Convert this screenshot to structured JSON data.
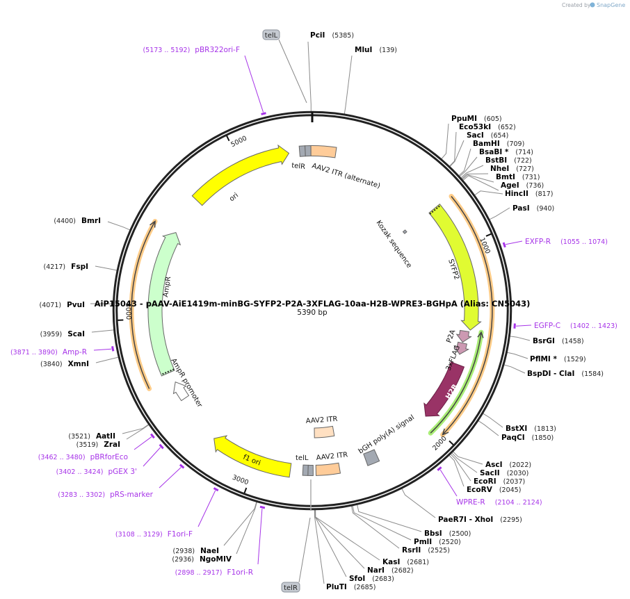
{
  "credit": {
    "prefix": "Created by",
    "brand": "SnapGene"
  },
  "map": {
    "title": "AiP15043 - pAAV-AiE1419m-minBG-SYFP2-P2A-3XFLAG-10aa-H2B-WPRE3-BGHpA (Alias: CN5043)",
    "length_label": "5390 bp",
    "length": 5390
  },
  "ticks": [
    {
      "label": "1000",
      "pos": 1000
    },
    {
      "label": "2000",
      "pos": 2000
    },
    {
      "label": "3000",
      "pos": 3000
    },
    {
      "label": "4000",
      "pos": 4000
    },
    {
      "label": "5000",
      "pos": 5000
    }
  ],
  "badges": {
    "top": "telL",
    "bottom": "telR"
  },
  "enzymes": [
    {
      "name": "PciI",
      "pos": "(5385)",
      "site": 5385
    },
    {
      "name": "MluI",
      "pos": "(139)",
      "site": 139
    },
    {
      "name": "PpuMI",
      "pos": "(605)",
      "site": 605
    },
    {
      "name": "Eco53kI",
      "pos": "(652)",
      "site": 652
    },
    {
      "name": "SacI",
      "pos": "(654)",
      "site": 654
    },
    {
      "name": "BamHI",
      "pos": "(709)",
      "site": 709
    },
    {
      "name": "BsaBI *",
      "pos": "(714)",
      "site": 714
    },
    {
      "name": "BstBI",
      "pos": "(722)",
      "site": 722
    },
    {
      "name": "NheI",
      "pos": "(727)",
      "site": 727
    },
    {
      "name": "BmtI",
      "pos": "(731)",
      "site": 731
    },
    {
      "name": "AgeI",
      "pos": "(736)",
      "site": 736
    },
    {
      "name": "HincII",
      "pos": "(817)",
      "site": 817
    },
    {
      "name": "PasI",
      "pos": "(940)",
      "site": 940
    },
    {
      "name": "BsrGI",
      "pos": "(1458)",
      "site": 1458
    },
    {
      "name": "PflMI *",
      "pos": "(1529)",
      "site": 1529
    },
    {
      "name": "BspDI - ClaI",
      "pos": "(1584)",
      "site": 1584
    },
    {
      "name": "BstXI",
      "pos": "(1813)",
      "site": 1813
    },
    {
      "name": "PaqCI",
      "pos": "(1850)",
      "site": 1850
    },
    {
      "name": "AscI",
      "pos": "(2022)",
      "site": 2022
    },
    {
      "name": "SacII",
      "pos": "(2030)",
      "site": 2030
    },
    {
      "name": "EcoRI",
      "pos": "(2037)",
      "site": 2037
    },
    {
      "name": "EcoRV",
      "pos": "(2045)",
      "site": 2045
    },
    {
      "name": "PaeR7I - XhoI",
      "pos": "(2295)",
      "site": 2295
    },
    {
      "name": "BbsI",
      "pos": "(2500)",
      "site": 2500
    },
    {
      "name": "PmlI",
      "pos": "(2520)",
      "site": 2520
    },
    {
      "name": "RsrII",
      "pos": "(2525)",
      "site": 2525
    },
    {
      "name": "KasI",
      "pos": "(2681)",
      "site": 2681
    },
    {
      "name": "NarI",
      "pos": "(2682)",
      "site": 2682
    },
    {
      "name": "SfoI",
      "pos": "(2683)",
      "site": 2683
    },
    {
      "name": "PluTI",
      "pos": "(2685)",
      "site": 2685
    },
    {
      "name": "NaeI",
      "pos": "(2938)",
      "site": 2938
    },
    {
      "name": "NgoMIV",
      "pos": "(2936)",
      "site": 2936
    },
    {
      "name": "AatII",
      "pos": "(3521)",
      "site": 3521
    },
    {
      "name": "ZraI",
      "pos": "(3519)",
      "site": 3519
    },
    {
      "name": "XmnI",
      "pos": "(3840)",
      "site": 3840
    },
    {
      "name": "ScaI",
      "pos": "(3959)",
      "site": 3959
    },
    {
      "name": "PvuI",
      "pos": "(4071)",
      "site": 4071
    },
    {
      "name": "FspI",
      "pos": "(4217)",
      "site": 4217
    },
    {
      "name": "BmrI",
      "pos": "(4400)",
      "site": 4400
    }
  ],
  "primers": [
    {
      "name": "pBR322ori-F",
      "range": "(5173 .. 5192)",
      "start": 5173,
      "end": 5192
    },
    {
      "name": "EXFP-R",
      "range": "(1055 .. 1074)",
      "start": 1055,
      "end": 1074
    },
    {
      "name": "EGFP-C",
      "range": "(1402 .. 1423)",
      "start": 1402,
      "end": 1423
    },
    {
      "name": "WPRE-R",
      "range": "(2104 .. 2124)",
      "start": 2104,
      "end": 2124
    },
    {
      "name": "Amp-R",
      "range": "(3871 .. 3890)",
      "start": 3871,
      "end": 3890
    },
    {
      "name": "pBRforEco",
      "range": "(3462 .. 3480)",
      "start": 3462,
      "end": 3480
    },
    {
      "name": "pGEX 3'",
      "range": "(3402 .. 3424)",
      "start": 3402,
      "end": 3424
    },
    {
      "name": "pRS-marker",
      "range": "(3283 .. 3302)",
      "start": 3283,
      "end": 3302
    },
    {
      "name": "F1ori-F",
      "range": "(3108 .. 3129)",
      "start": 3108,
      "end": 3129
    },
    {
      "name": "F1ori-R",
      "range": "(2898 .. 2917)",
      "start": 2898,
      "end": 2917
    }
  ],
  "features": [
    {
      "label": "ori",
      "start": 4697,
      "end": 5264,
      "dir": 1,
      "color": "#ffff00"
    },
    {
      "label": "telR",
      "start": 5322,
      "end": 5383,
      "dir": 0,
      "color": "#a3a9b2"
    },
    {
      "label": "AAV2 ITR (alternate)",
      "start": 5383,
      "end": 5517,
      "dir": 0,
      "color": "#ffcc99"
    },
    {
      "label": "Kozak sequence",
      "start": 735,
      "end": 750,
      "dir": 0,
      "color": "#a3a9b2"
    },
    {
      "label": "SYFP2",
      "start": 750,
      "end": 1453,
      "dir": 1,
      "color": "#e0fb32"
    },
    {
      "label": "P2A",
      "start": 1462,
      "end": 1525,
      "dir": 1,
      "color": "#cc99b2"
    },
    {
      "label": "3xFLAG",
      "start": 1530,
      "end": 1595,
      "dir": 1,
      "color": "#cc99b2"
    },
    {
      "label": "H2B",
      "start": 1652,
      "end": 1991,
      "dir": 1,
      "color": "#993366"
    },
    {
      "label": "bGH poly(A) signal",
      "start": 2335,
      "end": 2400,
      "dir": 0,
      "color": "#a3a9b2"
    },
    {
      "label": "AAV2 ITR",
      "start": 2545,
      "end": 2680,
      "dir": 0,
      "color": "#ffe0c2"
    },
    {
      "label": "AAV2 ITR",
      "start": 2548,
      "end": 2675,
      "dir": 0,
      "color": "#ffcc99"
    },
    {
      "label": "telL",
      "start": 2690,
      "end": 2745,
      "dir": 0,
      "color": "#a3a9b2"
    },
    {
      "label": "f1 ori",
      "start": 2812,
      "end": 3257,
      "dir": 1,
      "color": "#ffff00"
    },
    {
      "label": "AmpR promoter",
      "start": 3525,
      "end": 3630,
      "dir": 1,
      "color": "#ffffff"
    },
    {
      "label": "AmpR",
      "start": 3691,
      "end": 4489,
      "dir": 1,
      "color": "#ccffcc"
    }
  ],
  "spans": [
    {
      "start": 757,
      "end": 2000,
      "dir": 1,
      "color": "#ffcc88"
    },
    {
      "start": 1457,
      "end": 2036,
      "dir": -1,
      "color": "#aaee77"
    },
    {
      "start": 3659,
      "end": 4486,
      "dir": 1,
      "color": "#ffcc88"
    }
  ]
}
